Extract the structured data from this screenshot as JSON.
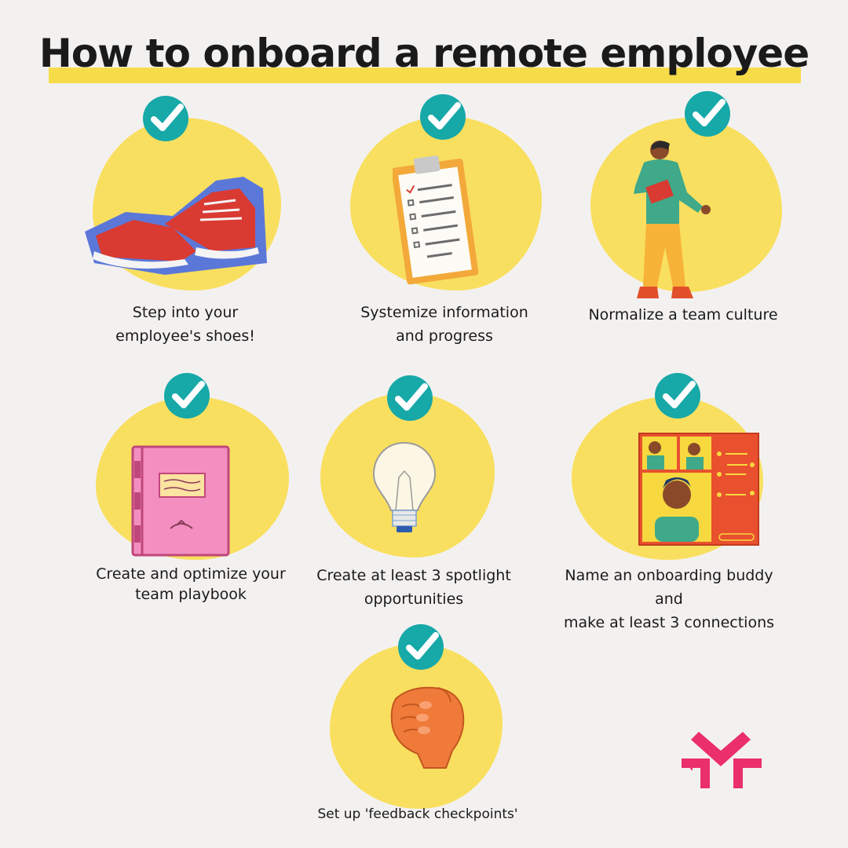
{
  "title": "How to onboard a remote employee",
  "colors": {
    "background": "#f3f1f0",
    "highlight": "#f7dc4a",
    "blob": "#f9df5f",
    "check": "#17a8a8",
    "logo": "#ea2f6b"
  },
  "steps": [
    {
      "label_lines": [
        "Step into your",
        "employee's shoes!"
      ],
      "icon": "sneakers-icon"
    },
    {
      "label_lines": [
        "Systemize information",
        "and progress"
      ],
      "icon": "clipboard-icon"
    },
    {
      "label_lines": [
        "Normalize a team culture"
      ],
      "icon": "person-icon"
    },
    {
      "label_lines": [
        "Create  and optimize your",
        "team playbook"
      ],
      "icon": "playbook-icon"
    },
    {
      "label_lines": [
        "Create at least 3 spotlight",
        "opportunities"
      ],
      "icon": "lightbulb-icon"
    },
    {
      "label_lines": [
        "Name an onboarding buddy and",
        "make at least 3 connections"
      ],
      "icon": "video-call-icon"
    },
    {
      "label_lines": [
        "Set up 'feedback checkpoints'"
      ],
      "icon": "fist-icon"
    }
  ]
}
